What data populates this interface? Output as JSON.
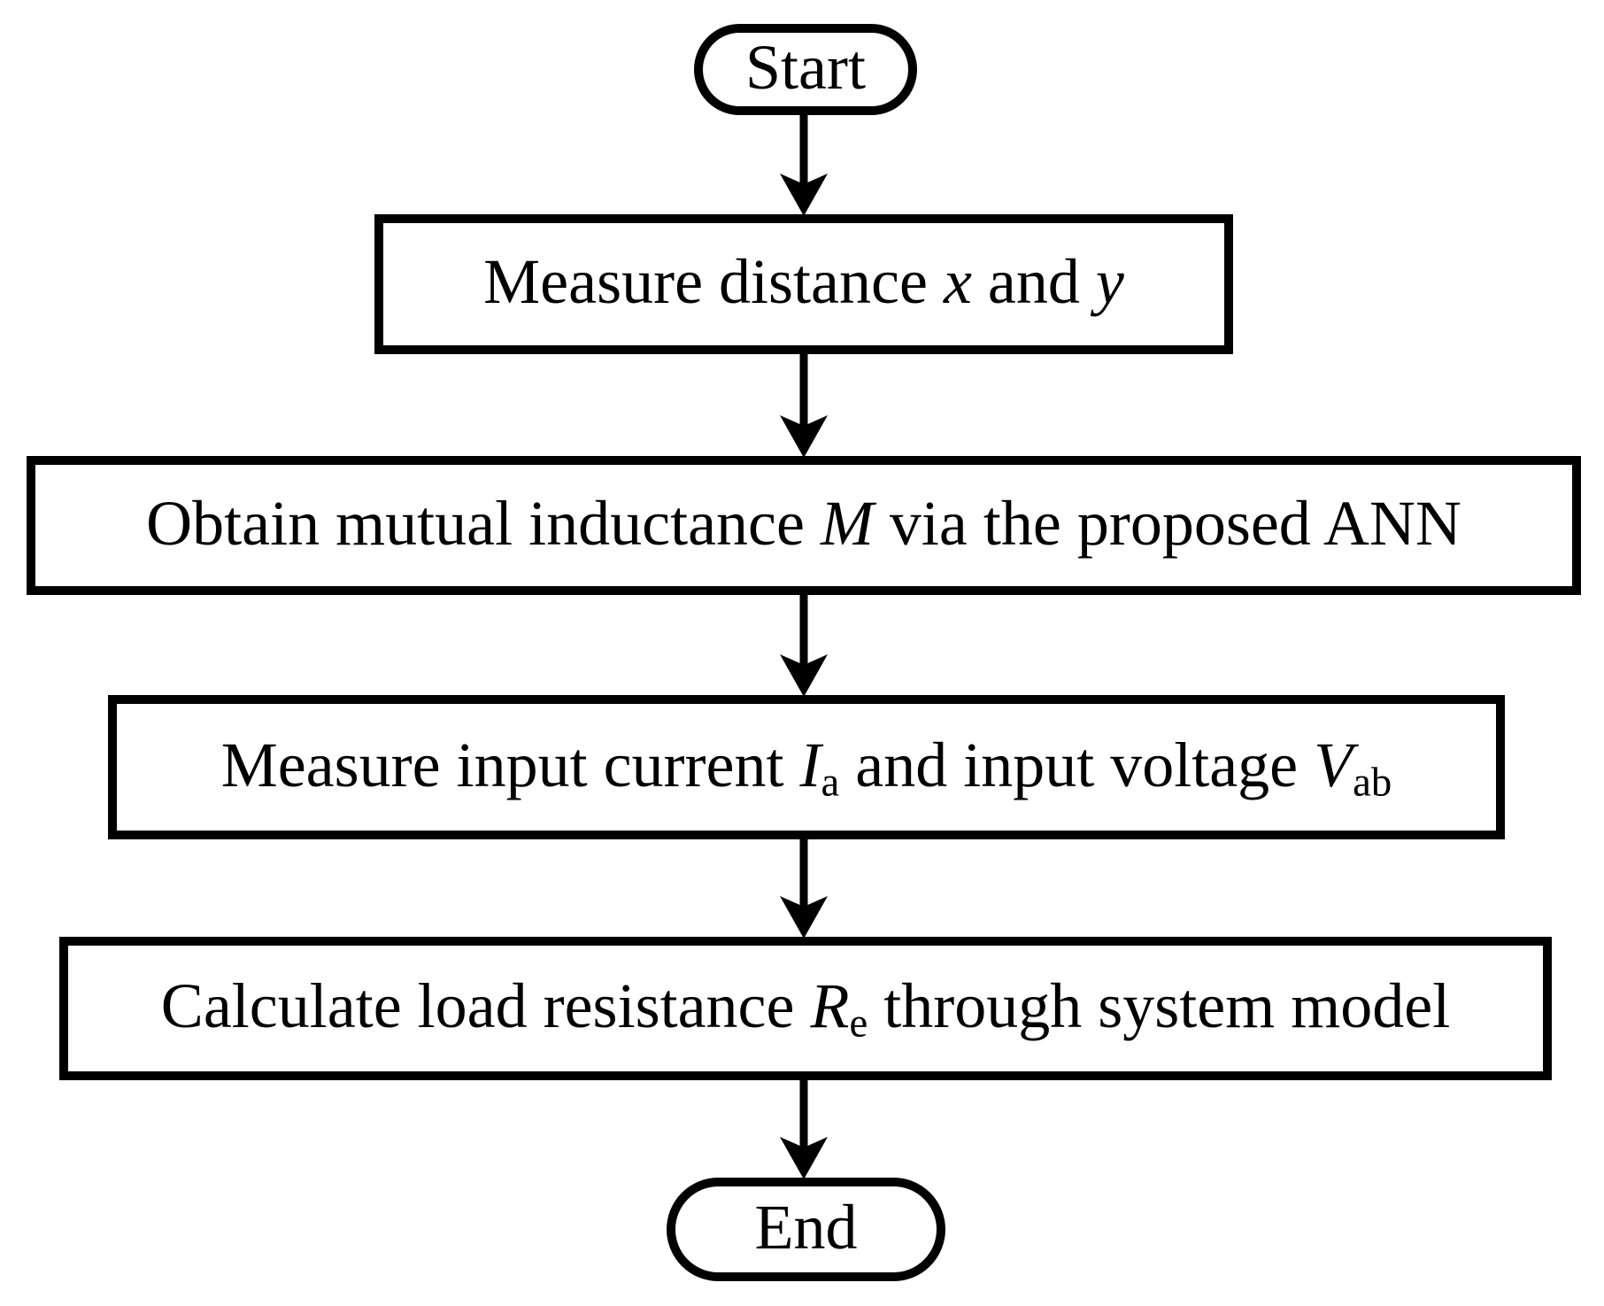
{
  "flowchart": {
    "colors": {
      "line": "#000000",
      "fill": "#ffffff",
      "text": "#000000"
    },
    "start": {
      "segments": [
        {
          "t": "Start"
        }
      ]
    },
    "step1": {
      "segments": [
        {
          "t": "Measure distance "
        },
        {
          "t": "x",
          "style": "italic"
        },
        {
          "t": " and "
        },
        {
          "t": "y",
          "style": "italic"
        }
      ]
    },
    "step2": {
      "segments": [
        {
          "t": "Obtain mutual inductance "
        },
        {
          "t": "M",
          "style": "italic"
        },
        {
          "t": " via the proposed ANN"
        }
      ]
    },
    "step3": {
      "segments": [
        {
          "t": "Measure input current "
        },
        {
          "t": "I",
          "style": "italic"
        },
        {
          "t": "a",
          "style": "sub"
        },
        {
          "t": " and input voltage "
        },
        {
          "t": "V",
          "style": "italic"
        },
        {
          "t": "ab",
          "style": "sub"
        }
      ]
    },
    "step4": {
      "segments": [
        {
          "t": "Calculate load resistance "
        },
        {
          "t": "R",
          "style": "italic"
        },
        {
          "t": "e",
          "style": "sub"
        },
        {
          "t": " through system model"
        }
      ]
    },
    "end": {
      "segments": [
        {
          "t": "End"
        }
      ]
    }
  }
}
